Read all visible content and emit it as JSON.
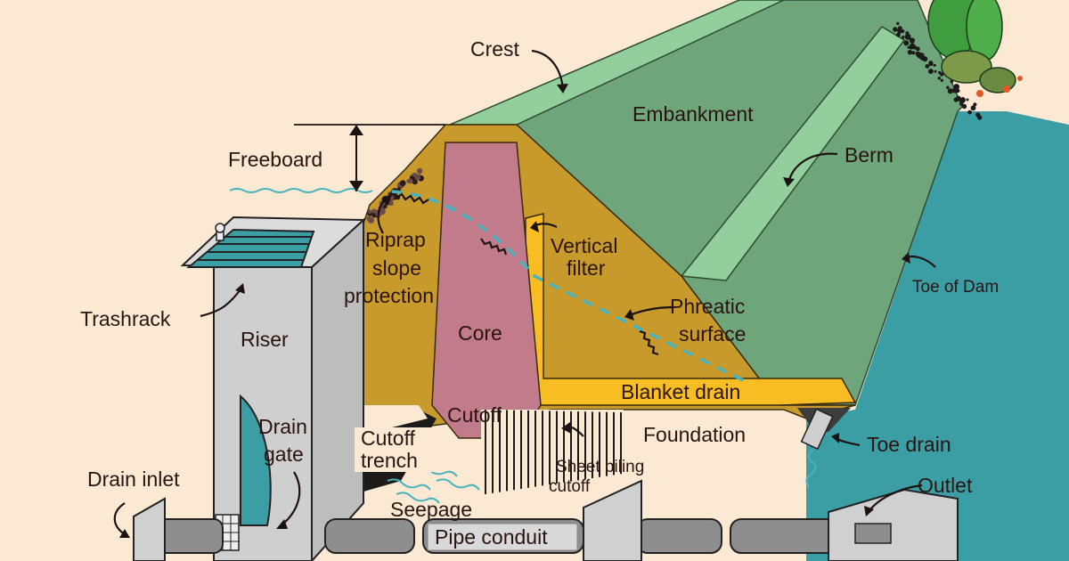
{
  "diagram": {
    "labels": {
      "crest": "Crest",
      "embankment": "Embankment",
      "freeboard": "Freeboard",
      "berm": "Berm",
      "riprap_1": "Riprap",
      "riprap_2": "slope",
      "riprap_3": "protection",
      "vertical_filter_1": "Vertical",
      "vertical_filter_2": "filter",
      "phreatic_1": "Phreatic",
      "phreatic_2": "surface",
      "toe_of_dam": "Toe of Dam",
      "trashrack": "Trashrack",
      "riser": "Riser",
      "core": "Core",
      "blanket_drain": "Blanket drain",
      "cutoff": "Cutoff",
      "foundation": "Foundation",
      "drain_gate_1": "Drain",
      "drain_gate_2": "gate",
      "cutoff_trench_1": "Cutoff",
      "cutoff_trench_2": "trench",
      "sheet_piling_1": "Sheet piling",
      "sheet_piling_2": "cutoff",
      "toe_drain": "Toe drain",
      "drain_inlet": "Drain inlet",
      "seepage": "Seepage",
      "pipe_conduit": "Pipe conduit",
      "outlet": "Outlet"
    },
    "colors": {
      "background": "#fbe9d4",
      "embankment": "#6ea57b",
      "crest_berm": "#93cf9c",
      "shell": "#c89a2c",
      "core": "#c17b8b",
      "filter": "#f7bd22",
      "water": "#3b9ea5",
      "phreatic_line": "#49b3bd",
      "concrete": "#d0d0d0",
      "pipe": "#8e8e8e",
      "text": "#2a1410"
    }
  }
}
